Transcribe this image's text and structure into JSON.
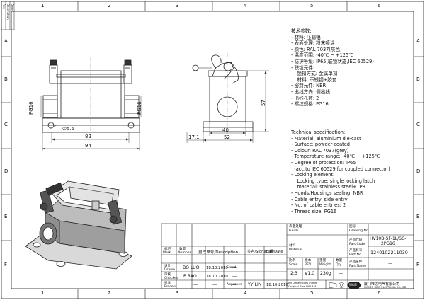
{
  "border": {
    "top_numbers": [
      "1",
      "2",
      "3",
      "4",
      "5",
      "6"
    ],
    "bottom_numbers": [
      "1",
      "2",
      "3",
      "4",
      "5",
      "6"
    ],
    "left_letters": [
      "A",
      "B",
      "C",
      "D",
      "E",
      "F"
    ],
    "right_letters": [
      "A",
      "B",
      "C",
      "D",
      "E",
      "F"
    ],
    "revision_cells": [
      "Rev.",
      "Description",
      "Date"
    ]
  },
  "views": {
    "front": {
      "pg_left": "PG16",
      "pg_right": "PG16",
      "hole": "∅5.5",
      "width_inner": "82",
      "width_outer": "94"
    },
    "side": {
      "height": "57",
      "width_top": "40",
      "width_bottom": "52",
      "offset": "17.1"
    }
  },
  "spec_cn": {
    "title": "技术参数:",
    "items": [
      "- 材料: 压铸铝",
      "- 表面处理: 粉末喷涂",
      "- 颜色: RAL 7037(灰色)",
      "- 温度范围: -40℃ ~ +125℃",
      "- 防护等级: IP65(联锁状态,IEC 60529)",
      "- 联锁元件:",
      "  · 锁扣方式: 金属单扣",
      "  · 材料: 不锈钢+胶套",
      "- 密封元件: NBR",
      "- 出线方向: 侧出线",
      "- 出线孔数: 2",
      "- 螺纹规格: PG16"
    ]
  },
  "spec_en": {
    "title": "Technical specification:",
    "items": [
      "- Material: aluminium die-cast",
      "- Surface: powder-coated",
      "- Colour: RAL 7037(grey)",
      "- Temperature range: -40℃ ~ +125℃",
      "- Degree of protection: IP65",
      "  (acc.to IEC 60529 for coupled connector)",
      "- Locking element:",
      "  · Locking type: single locking latch",
      "  · material: stainless steel+TPR",
      "- Hoods/Housings sealing: NBR",
      "- Cable entry: side entry",
      "- No. of cable entries: 2",
      "- Thread size: PG16"
    ]
  },
  "title_block": {
    "finish_label_cn": "表面处理",
    "finish_label": "Finish",
    "finish_value": "—",
    "material_label_cn": "材料",
    "material_label": "Material",
    "material_value": "—",
    "drawing_no_label_cn": "图号",
    "drawing_no_label": "Drawing No.",
    "drawing_no_value": "—",
    "part_code_label_cn": "产品代码",
    "part_code_label": "Part Code",
    "part_code_value_1": "HV10B-SF-1L/SC-",
    "part_code_value_2": "2PG16",
    "part_no_label_cn": "产品料号",
    "part_no_label": "Part No.",
    "part_no_value": "1240102211030",
    "part_name_label_cn": "产品名称",
    "part_name_label": "Part Name",
    "part_name_value": "—",
    "scale_label_cn": "比例",
    "scale_label": "Scale",
    "scale_value": "2:3",
    "rev_label_cn": "版本",
    "rev_label": "REV.",
    "rev_value": "V1.0",
    "weight_label_cn": "重量",
    "weight_label": "Weight",
    "weight_value": "230g",
    "qty_label_cn": "数量",
    "qty_label": "Qty.",
    "qty_value": "—",
    "dims_note_1": "All Dimensions in mm",
    "dims_note_2": "Original Size DIN A 4",
    "rows": [
      {
        "role_cn": "设计",
        "role": "Drawn",
        "name": "BO LUO",
        "date": "18.10.2010",
        "status": "—"
      },
      {
        "role_cn": "审核",
        "role": "Checked",
        "name": "P RAO",
        "date": "18.10.2010",
        "status": "—"
      },
      {
        "role_cn": "批准",
        "role": "Process",
        "name": "—",
        "date": "—",
        "status": "—"
      }
    ],
    "head_cols": [
      "标记",
      "数量",
      "更改单号/Description",
      "签名/Signature",
      "日期/Date"
    ],
    "head_cols_en": [
      "Mark",
      "Number"
    ],
    "approved_label": "Approved",
    "approved_name": "YY LIN",
    "approved_date": "18.10.2010",
    "stand_label": "Stand",
    "company_cn": "厦门唯思电气有限公司",
    "company_en": "XIAMEN WAIN ELECTRICAL CO.,LTD",
    "logo_text": "WAIN"
  },
  "colors": {
    "line": "#222222",
    "dim": "#333333",
    "paper": "#ffffff"
  }
}
